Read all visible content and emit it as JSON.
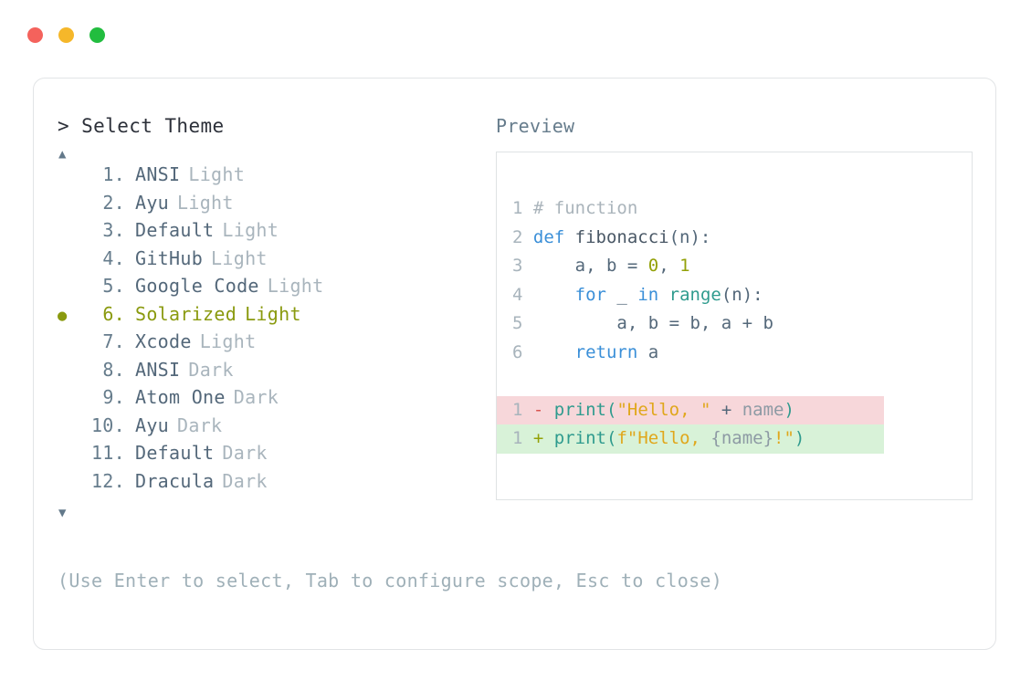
{
  "window": {
    "traffic_lights": [
      {
        "name": "close",
        "color": "#f4625c"
      },
      {
        "name": "minimize",
        "color": "#f5b72a"
      },
      {
        "name": "maximize",
        "color": "#22bd3f"
      }
    ]
  },
  "theme_picker": {
    "header": "> Select Theme",
    "scroll_up_glyph": "▲",
    "scroll_down_glyph": "▼",
    "selected_bullet_glyph": "●",
    "selected_index": 6,
    "selected_color": "#8a9a0f",
    "items": [
      {
        "index": "1.",
        "name": "ANSI",
        "variant": "Light",
        "selected": false
      },
      {
        "index": "2.",
        "name": "Ayu",
        "variant": "Light",
        "selected": false
      },
      {
        "index": "3.",
        "name": "Default",
        "variant": "Light",
        "selected": false
      },
      {
        "index": "4.",
        "name": "GitHub",
        "variant": "Light",
        "selected": false
      },
      {
        "index": "5.",
        "name": "Google Code",
        "variant": "Light",
        "selected": false
      },
      {
        "index": "6.",
        "name": "Solarized",
        "variant": "Light",
        "selected": true
      },
      {
        "index": "7.",
        "name": "Xcode",
        "variant": "Light",
        "selected": false
      },
      {
        "index": "8.",
        "name": "ANSI",
        "variant": "Dark",
        "selected": false
      },
      {
        "index": "9.",
        "name": "Atom One",
        "variant": "Dark",
        "selected": false
      },
      {
        "index": "10.",
        "name": "Ayu",
        "variant": "Dark",
        "selected": false
      },
      {
        "index": "11.",
        "name": "Default",
        "variant": "Dark",
        "selected": false
      },
      {
        "index": "12.",
        "name": "Dracula",
        "variant": "Dark",
        "selected": false
      }
    ]
  },
  "preview": {
    "header": "Preview",
    "code_lines": [
      {
        "ln": "1",
        "tokens": [
          {
            "t": "# function",
            "c": "tok-comment"
          }
        ]
      },
      {
        "ln": "2",
        "tokens": [
          {
            "t": "def ",
            "c": "tok-kw"
          },
          {
            "t": "fibonacci",
            "c": "tok-fn"
          },
          {
            "t": "(n):",
            "c": "tok-plain"
          }
        ]
      },
      {
        "ln": "3",
        "tokens": [
          {
            "t": "    a, b = ",
            "c": "tok-plain"
          },
          {
            "t": "0",
            "c": "tok-num"
          },
          {
            "t": ", ",
            "c": "tok-plain"
          },
          {
            "t": "1",
            "c": "tok-num"
          }
        ]
      },
      {
        "ln": "4",
        "tokens": [
          {
            "t": "    ",
            "c": "tok-plain"
          },
          {
            "t": "for",
            "c": "tok-kw"
          },
          {
            "t": " _ ",
            "c": "tok-plain"
          },
          {
            "t": "in",
            "c": "tok-kw"
          },
          {
            "t": " ",
            "c": "tok-plain"
          },
          {
            "t": "range",
            "c": "tok-builtin"
          },
          {
            "t": "(n):",
            "c": "tok-plain"
          }
        ]
      },
      {
        "ln": "5",
        "tokens": [
          {
            "t": "        a, b = b, a + b",
            "c": "tok-plain"
          }
        ]
      },
      {
        "ln": "6",
        "tokens": [
          {
            "t": "    ",
            "c": "tok-plain"
          },
          {
            "t": "return",
            "c": "tok-kw"
          },
          {
            "t": " a",
            "c": "tok-plain"
          }
        ]
      }
    ],
    "diff_lines": [
      {
        "ln": "1",
        "sign": "-",
        "kind": "del",
        "tokens": [
          {
            "t": "print",
            "c": "tok-punct"
          },
          {
            "t": "(",
            "c": "tok-punct"
          },
          {
            "t": "\"Hello, \"",
            "c": "tok-str"
          },
          {
            "t": " + ",
            "c": "tok-plain"
          },
          {
            "t": "name",
            "c": "tok-name"
          },
          {
            "t": ")",
            "c": "tok-punct"
          }
        ]
      },
      {
        "ln": "1",
        "sign": "+",
        "kind": "add",
        "tokens": [
          {
            "t": "print",
            "c": "tok-punct"
          },
          {
            "t": "(",
            "c": "tok-punct"
          },
          {
            "t": "f\"Hello, ",
            "c": "tok-str"
          },
          {
            "t": "{name}",
            "c": "tok-name"
          },
          {
            "t": "!\"",
            "c": "tok-str"
          },
          {
            "t": ")",
            "c": "tok-punct"
          }
        ]
      }
    ],
    "diff_del_bg": "#f7d7da",
    "diff_add_bg": "#d8f2d8"
  },
  "footer": {
    "hint": "(Use Enter to select, Tab to configure scope, Esc to close)"
  }
}
